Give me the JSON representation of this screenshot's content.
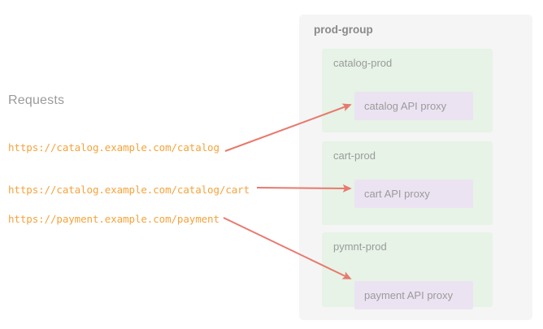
{
  "requests": {
    "heading": "Requests",
    "urls": [
      "https://catalog.example.com/catalog",
      "https://catalog.example.com/catalog/cart",
      "https://payment.example.com/payment"
    ]
  },
  "prod_group": {
    "title": "prod-group",
    "environments": [
      {
        "label": "catalog-prod",
        "proxy": "catalog API proxy"
      },
      {
        "label": "cart-prod",
        "proxy": "cart API proxy"
      },
      {
        "label": "pymnt-prod",
        "proxy": "payment API proxy"
      }
    ]
  },
  "arrows": [
    {
      "name": "arrow-catalog",
      "from": "https://catalog.example.com/catalog",
      "to": "catalog API proxy"
    },
    {
      "name": "arrow-cart",
      "from": "https://catalog.example.com/catalog/cart",
      "to": "cart API proxy"
    },
    {
      "name": "arrow-payment",
      "from": "https://payment.example.com/payment",
      "to": "payment API proxy"
    }
  ],
  "colors": {
    "url_text": "#f5a33c",
    "arrow": "#e8796e",
    "panel_bg": "#f5f5f5",
    "env_bg": "#e6f3e6",
    "proxy_bg": "#ece3f2",
    "label_text": "#9b9b9b"
  }
}
